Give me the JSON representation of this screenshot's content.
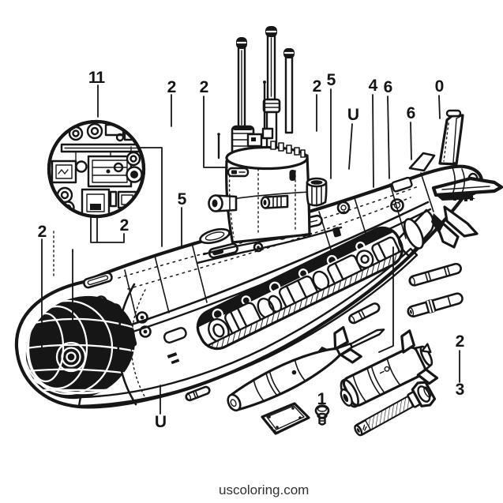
{
  "page": {
    "background": "#ffffff",
    "ink": "#161616",
    "watermark": "uscoloring.com"
  },
  "callouts": [
    {
      "text": "11"
    },
    {
      "text": "2"
    },
    {
      "text": "2"
    },
    {
      "text": "5"
    },
    {
      "text": "2"
    },
    {
      "text": "2"
    },
    {
      "text": "2"
    },
    {
      "text": "5"
    },
    {
      "text": "U"
    },
    {
      "text": "4"
    },
    {
      "text": "6"
    },
    {
      "text": "6"
    },
    {
      "text": "0"
    },
    {
      "text": "U"
    },
    {
      "text": "1"
    },
    {
      "text": "2"
    },
    {
      "text": "3"
    }
  ]
}
